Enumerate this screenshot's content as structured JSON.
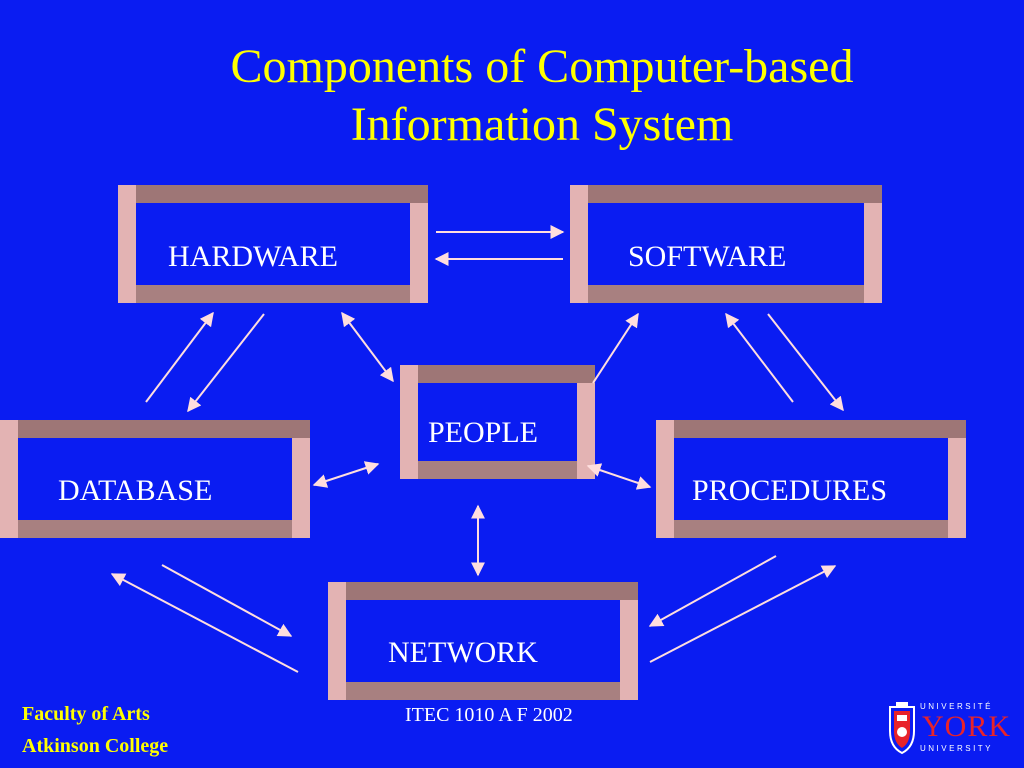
{
  "slide": {
    "title_line1": "Components of Computer-based",
    "title_line2": "Information System"
  },
  "nodes": {
    "hardware": "HARDWARE",
    "software": "SOFTWARE",
    "people": "PEOPLE",
    "database": "DATABASE",
    "procedures": "PROCEDURES",
    "network": "NETWORK"
  },
  "footer": {
    "left_line1": "Faculty of Arts",
    "left_line2": "Atkinson College",
    "center": "ITEC 1010 A F 2002"
  },
  "logo": {
    "top_text": "UNIVERSITÉ",
    "main_text": "YORK",
    "bottom_text": "UNIVERSITY"
  },
  "colors": {
    "background": "#0a1cf2",
    "title": "#ffff00",
    "box_frame": "#e3b3b3",
    "box_shade": "#a88080",
    "arrow": "#ffdede",
    "logo_red": "#e8232a"
  }
}
